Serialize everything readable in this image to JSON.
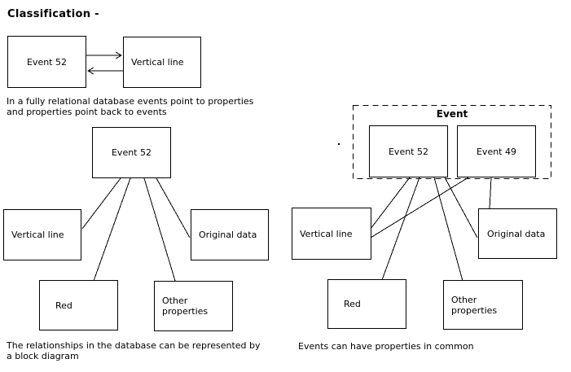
{
  "title": "Classification -",
  "colors": {
    "ink": "#000000",
    "paper": "#ffffff"
  },
  "pointer_diagram": {
    "event_box": "Event 52",
    "property_box": "Vertical line",
    "edges": [
      [
        "Event 52",
        "Vertical line"
      ],
      [
        "Vertical line",
        "Event 52"
      ]
    ],
    "caption_line1": "In a fully relational database events point to properties",
    "caption_line2": "and properties point back to events"
  },
  "block_diagram": {
    "root": "Event 52",
    "vertical_line": "Vertical line",
    "original_data": "Original data",
    "red": "Red",
    "other_properties": "Other properties",
    "edges": [
      [
        "Event 52",
        "Vertical line"
      ],
      [
        "Event 52",
        "Red"
      ],
      [
        "Event 52",
        "Other properties"
      ],
      [
        "Event 52",
        "Original data"
      ]
    ],
    "caption_line1": "The relationships in the database can be represented by",
    "caption_line2": "a block diagram"
  },
  "shared_diagram": {
    "group_label": "Event",
    "event52": "Event 52",
    "event49": "Event 49",
    "vertical_line": "Vertical line",
    "original_data": "Original data",
    "red": "Red",
    "other_properties": "Other properties",
    "edges": [
      [
        "Event 52",
        "Vertical line"
      ],
      [
        "Event 49",
        "Vertical line"
      ],
      [
        "Event 52",
        "Red"
      ],
      [
        "Event 52",
        "Other properties"
      ],
      [
        "Event 52",
        "Original data"
      ],
      [
        "Event 49",
        "Original data"
      ]
    ],
    "caption": "Events can have properties in common"
  }
}
